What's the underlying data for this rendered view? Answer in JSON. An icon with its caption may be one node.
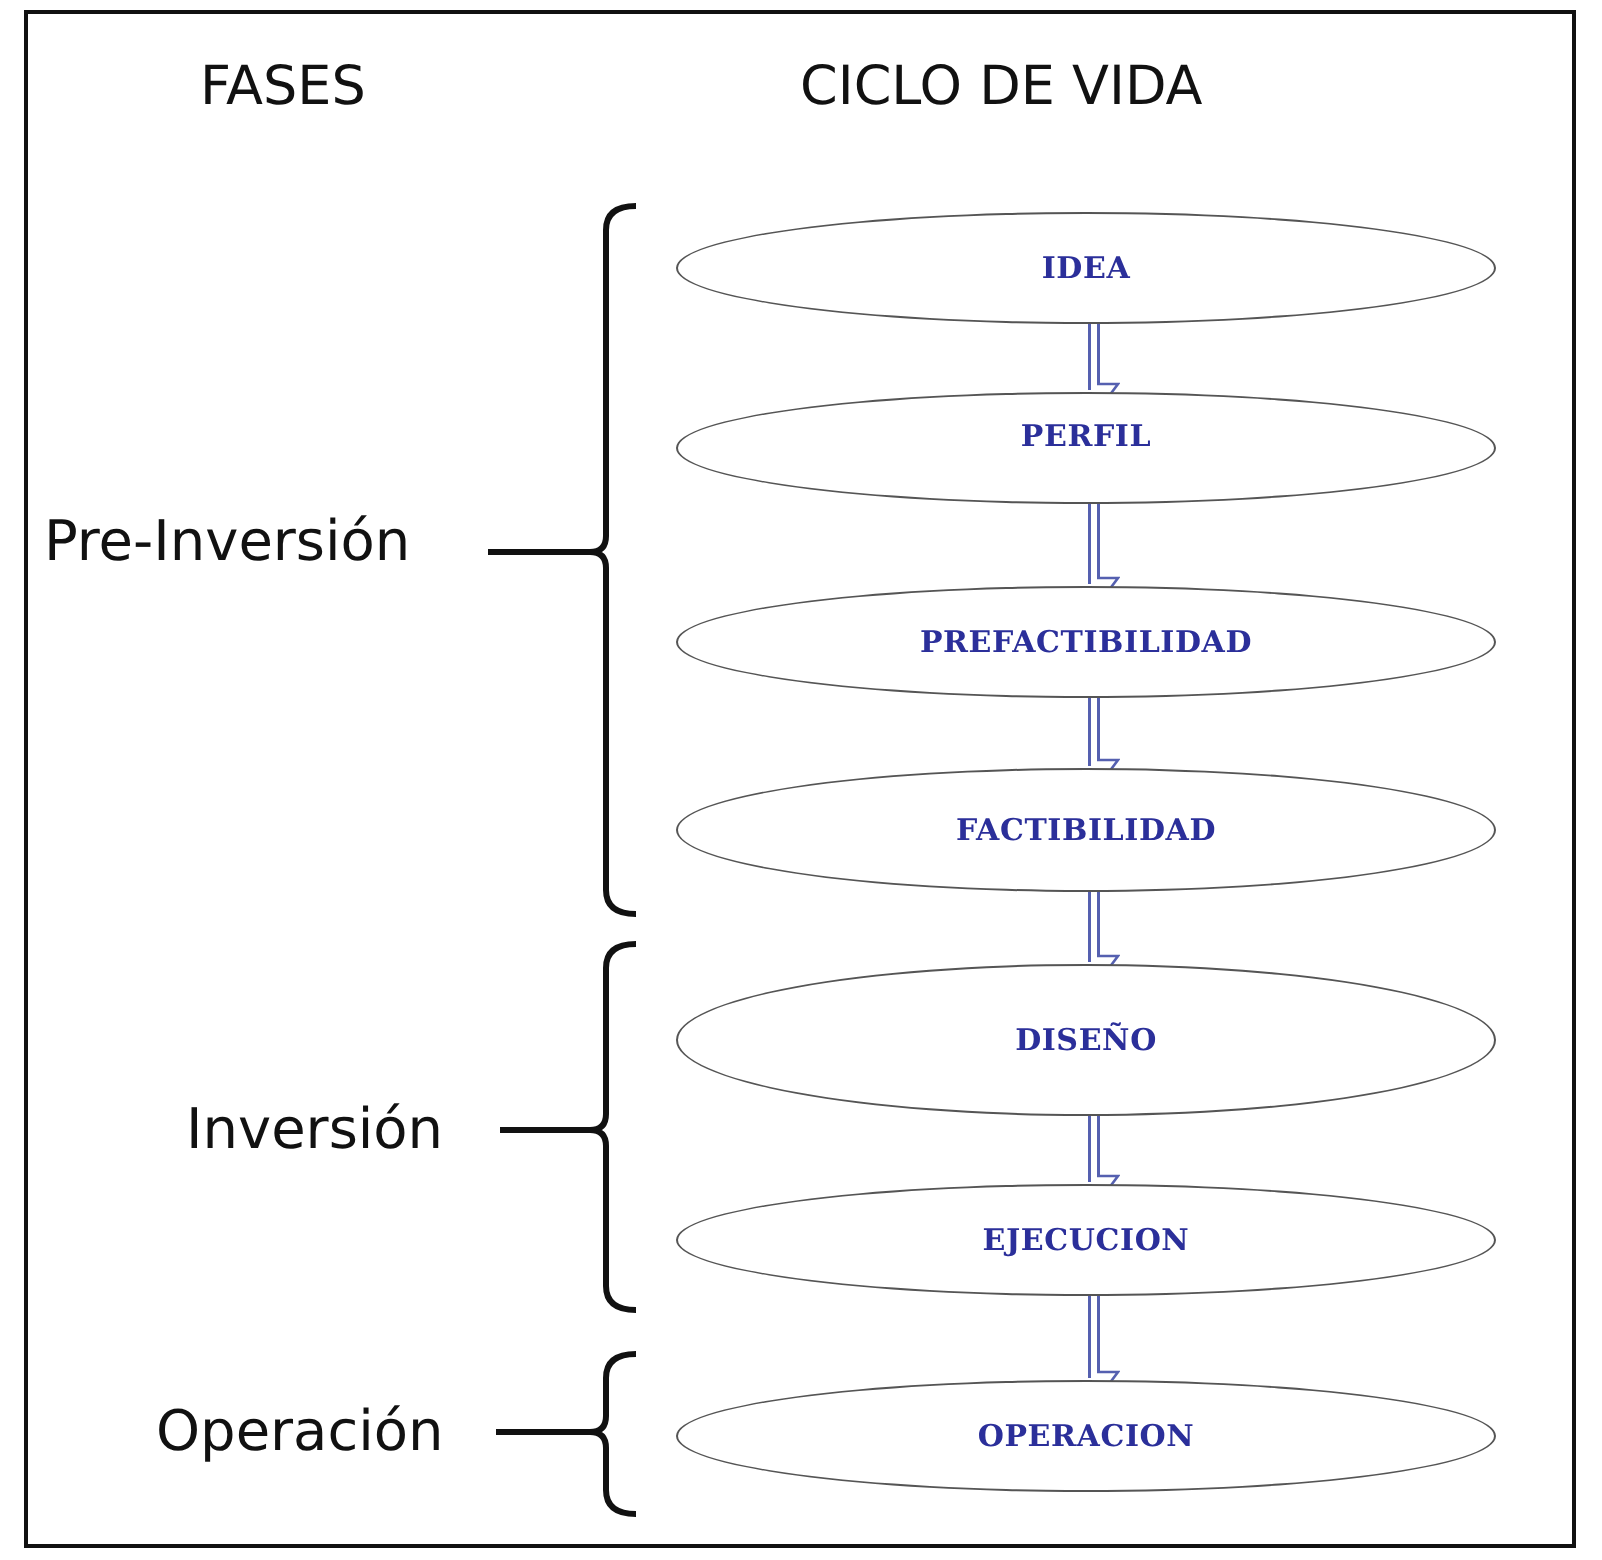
{
  "diagram": {
    "nodes": [
      {
        "text": [
          "IDEA"
        ]
      },
      {
        "text": [
          "PERFIL"
        ]
      },
      {
        "text": [
          "PREFACTIBILIDAD"
        ]
      },
      {
        "text": [
          "FACTIBILIDAD"
        ]
      },
      {
        "text": [
          "DISEÑO"
        ]
      },
      {
        "text": [
          "EJECUCION"
        ]
      },
      {
        "text": [
          "OPERACION"
        ]
      }
    ],
    "edges": [
      {
        "from": 0,
        "to": 1,
        "arrow": "to"
      },
      {
        "from": 1,
        "to": 2,
        "arrow": "to"
      },
      {
        "from": 2,
        "to": 3,
        "arrow": "to"
      },
      {
        "from": 3,
        "to": 4,
        "arrow": "to"
      },
      {
        "from": 4,
        "to": 5,
        "arrow": "to"
      },
      {
        "from": 5,
        "to": 6,
        "arrow": "to"
      }
    ],
    "labels": [
      "FASES",
      "CICLO DE VIDA",
      "Pre-Inversión",
      "Inversión",
      "Operación"
    ]
  }
}
